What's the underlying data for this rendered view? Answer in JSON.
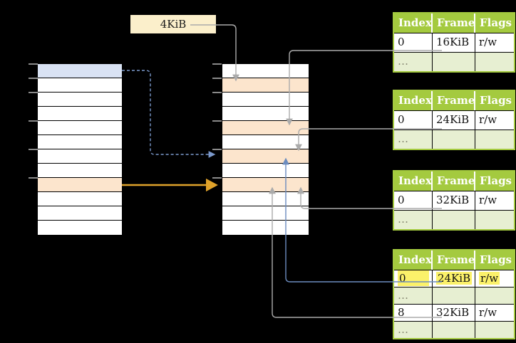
{
  "label_4kib": "4KiB",
  "colors": {
    "label_bg": "#FBEFCB",
    "highlight_blue_row": "#D9E2F3",
    "highlight_orange_row": "#FCE5CD",
    "table_header_green": "#A4CA3F",
    "table_alt_row_green": "#E7EFD2",
    "cell_highlight_yellow": "#FBF16A",
    "connector_gray": "#ABABAB",
    "connector_blue_solid": "#6C8CBF",
    "connector_blue_dashed": "#7B99CC",
    "connector_orange": "#DFA22A",
    "row_white": "#FFFFFF"
  },
  "memory_columns": {
    "left_rows": [
      "#D9E2F3",
      "#FFFFFF",
      "#FFFFFF",
      "#FFFFFF",
      "#FFFFFF",
      "#FFFFFF",
      "#FFFFFF",
      "#FFFFFF",
      "#FCE5CD",
      "#FFFFFF",
      "#FFFFFF",
      "#FFFFFF"
    ],
    "middle_rows": [
      "#FFFFFF",
      "#FCE5CD",
      "#FFFFFF",
      "#FFFFFF",
      "#FCE5CD",
      "#FFFFFF",
      "#FCE5CD",
      "#FFFFFF",
      "#FCE5CD",
      "#FFFFFF",
      "#FFFFFF",
      "#FFFFFF"
    ]
  },
  "tables": [
    {
      "headers": [
        "Index",
        "Frame",
        "Flags"
      ],
      "rows": [
        [
          "0",
          "16KiB",
          "r/w"
        ],
        [
          "…",
          "",
          ""
        ]
      ]
    },
    {
      "headers": [
        "Index",
        "Frame",
        "Flags"
      ],
      "rows": [
        [
          "0",
          "24KiB",
          "r/w"
        ],
        [
          "…",
          "",
          ""
        ]
      ]
    },
    {
      "headers": [
        "Index",
        "Frame",
        "Flags"
      ],
      "rows": [
        [
          "0",
          "32KiB",
          "r/w"
        ],
        [
          "…",
          "",
          ""
        ]
      ]
    },
    {
      "headers": [
        "Index",
        "Frame",
        "Flags"
      ],
      "rows": [
        [
          "0",
          "24KiB",
          "r/w"
        ],
        [
          "…",
          "",
          ""
        ],
        [
          "8",
          "32KiB",
          "r/w"
        ],
        [
          "…",
          "",
          ""
        ]
      ],
      "highlighted_row_index": 0
    }
  ]
}
